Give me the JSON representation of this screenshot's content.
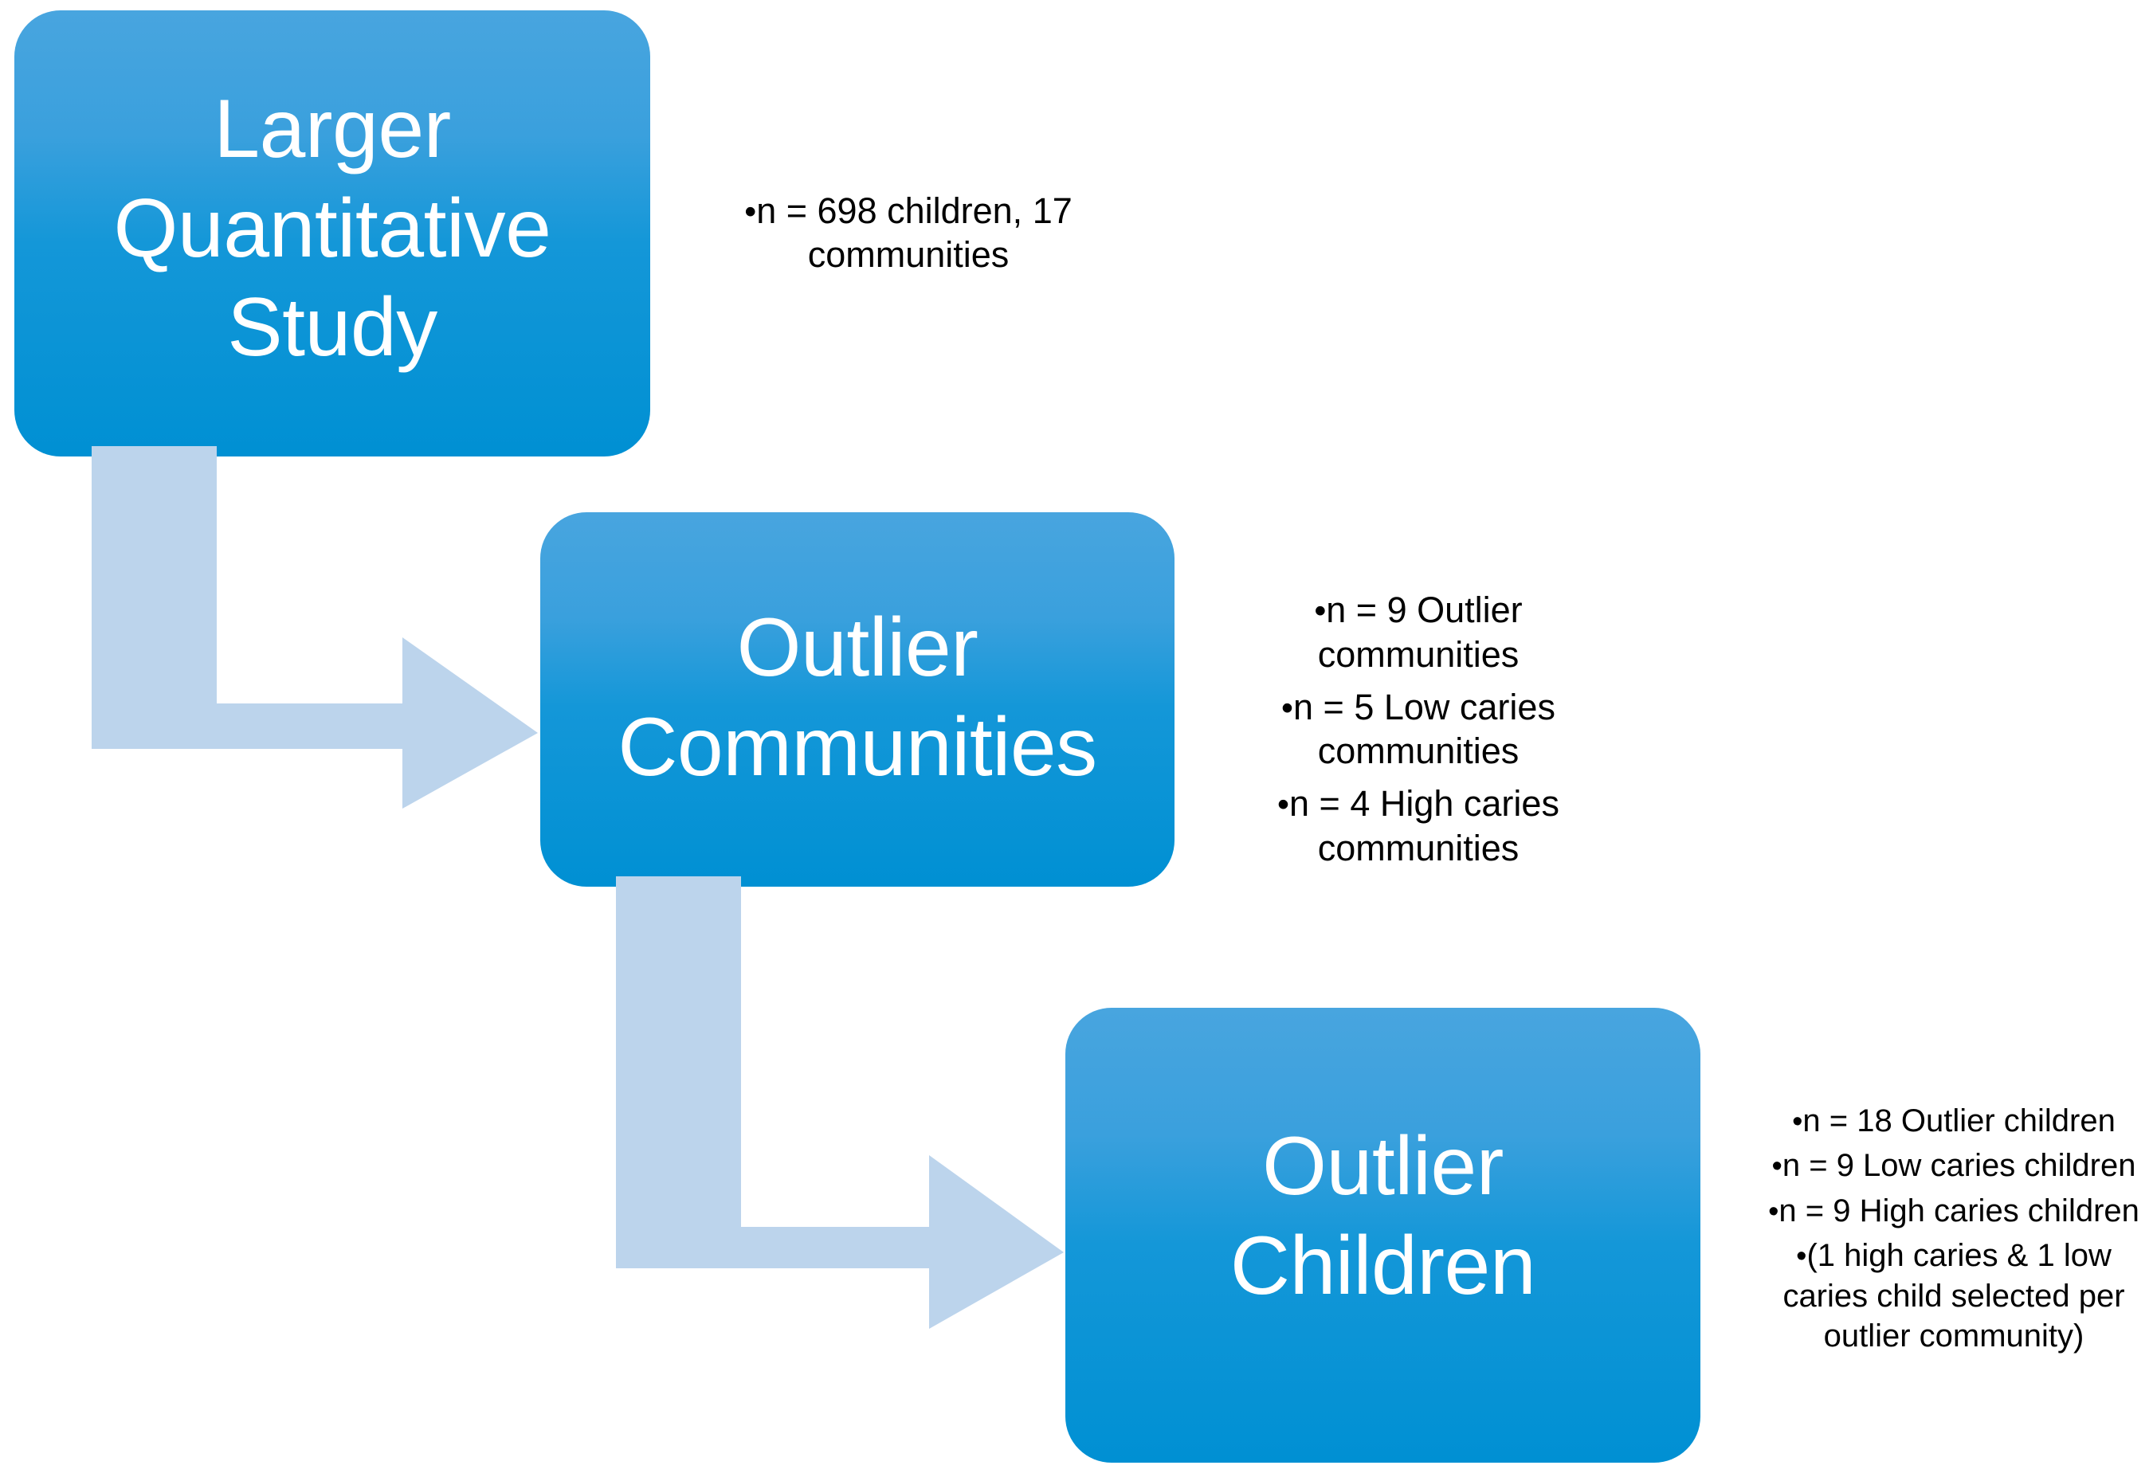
{
  "diagram": {
    "title": "Study sampling flow",
    "colors": {
      "box_gradient_top": "#48A5DF",
      "box_gradient_bottom": "#0090D3",
      "arrow_fill": "#BCD4EC",
      "box_text": "#FFFFFF",
      "note_text": "#000000",
      "background": "#FFFFFF"
    },
    "nodes": [
      {
        "id": "larger-quantitative-study",
        "lines": [
          "Larger",
          "Quantitative",
          "Study"
        ]
      },
      {
        "id": "outlier-communities",
        "lines": [
          "Outlier",
          "Communities"
        ]
      },
      {
        "id": "outlier-children",
        "lines": [
          "Outlier",
          "Children"
        ]
      }
    ],
    "notes": [
      {
        "id": "notes-study",
        "items": [
          "n = 698 children, 17 communities"
        ]
      },
      {
        "id": "notes-communities",
        "items": [
          "n = 9 Outlier communities",
          "n = 5 Low caries communities",
          "n = 4 High caries communities"
        ]
      },
      {
        "id": "notes-children",
        "items": [
          "n = 18 Outlier children",
          "n = 9 Low caries children",
          "n = 9 High caries children",
          "(1 high caries & 1 low caries child selected per outlier community)"
        ]
      }
    ],
    "bullet_glyph": "•",
    "arrows": [
      {
        "id": "arrow-study-to-communities",
        "from": "larger-quantitative-study",
        "to": "outlier-communities",
        "shape": "elbow-down-right"
      },
      {
        "id": "arrow-communities-to-children",
        "from": "outlier-communities",
        "to": "outlier-children",
        "shape": "elbow-down-right"
      }
    ]
  }
}
